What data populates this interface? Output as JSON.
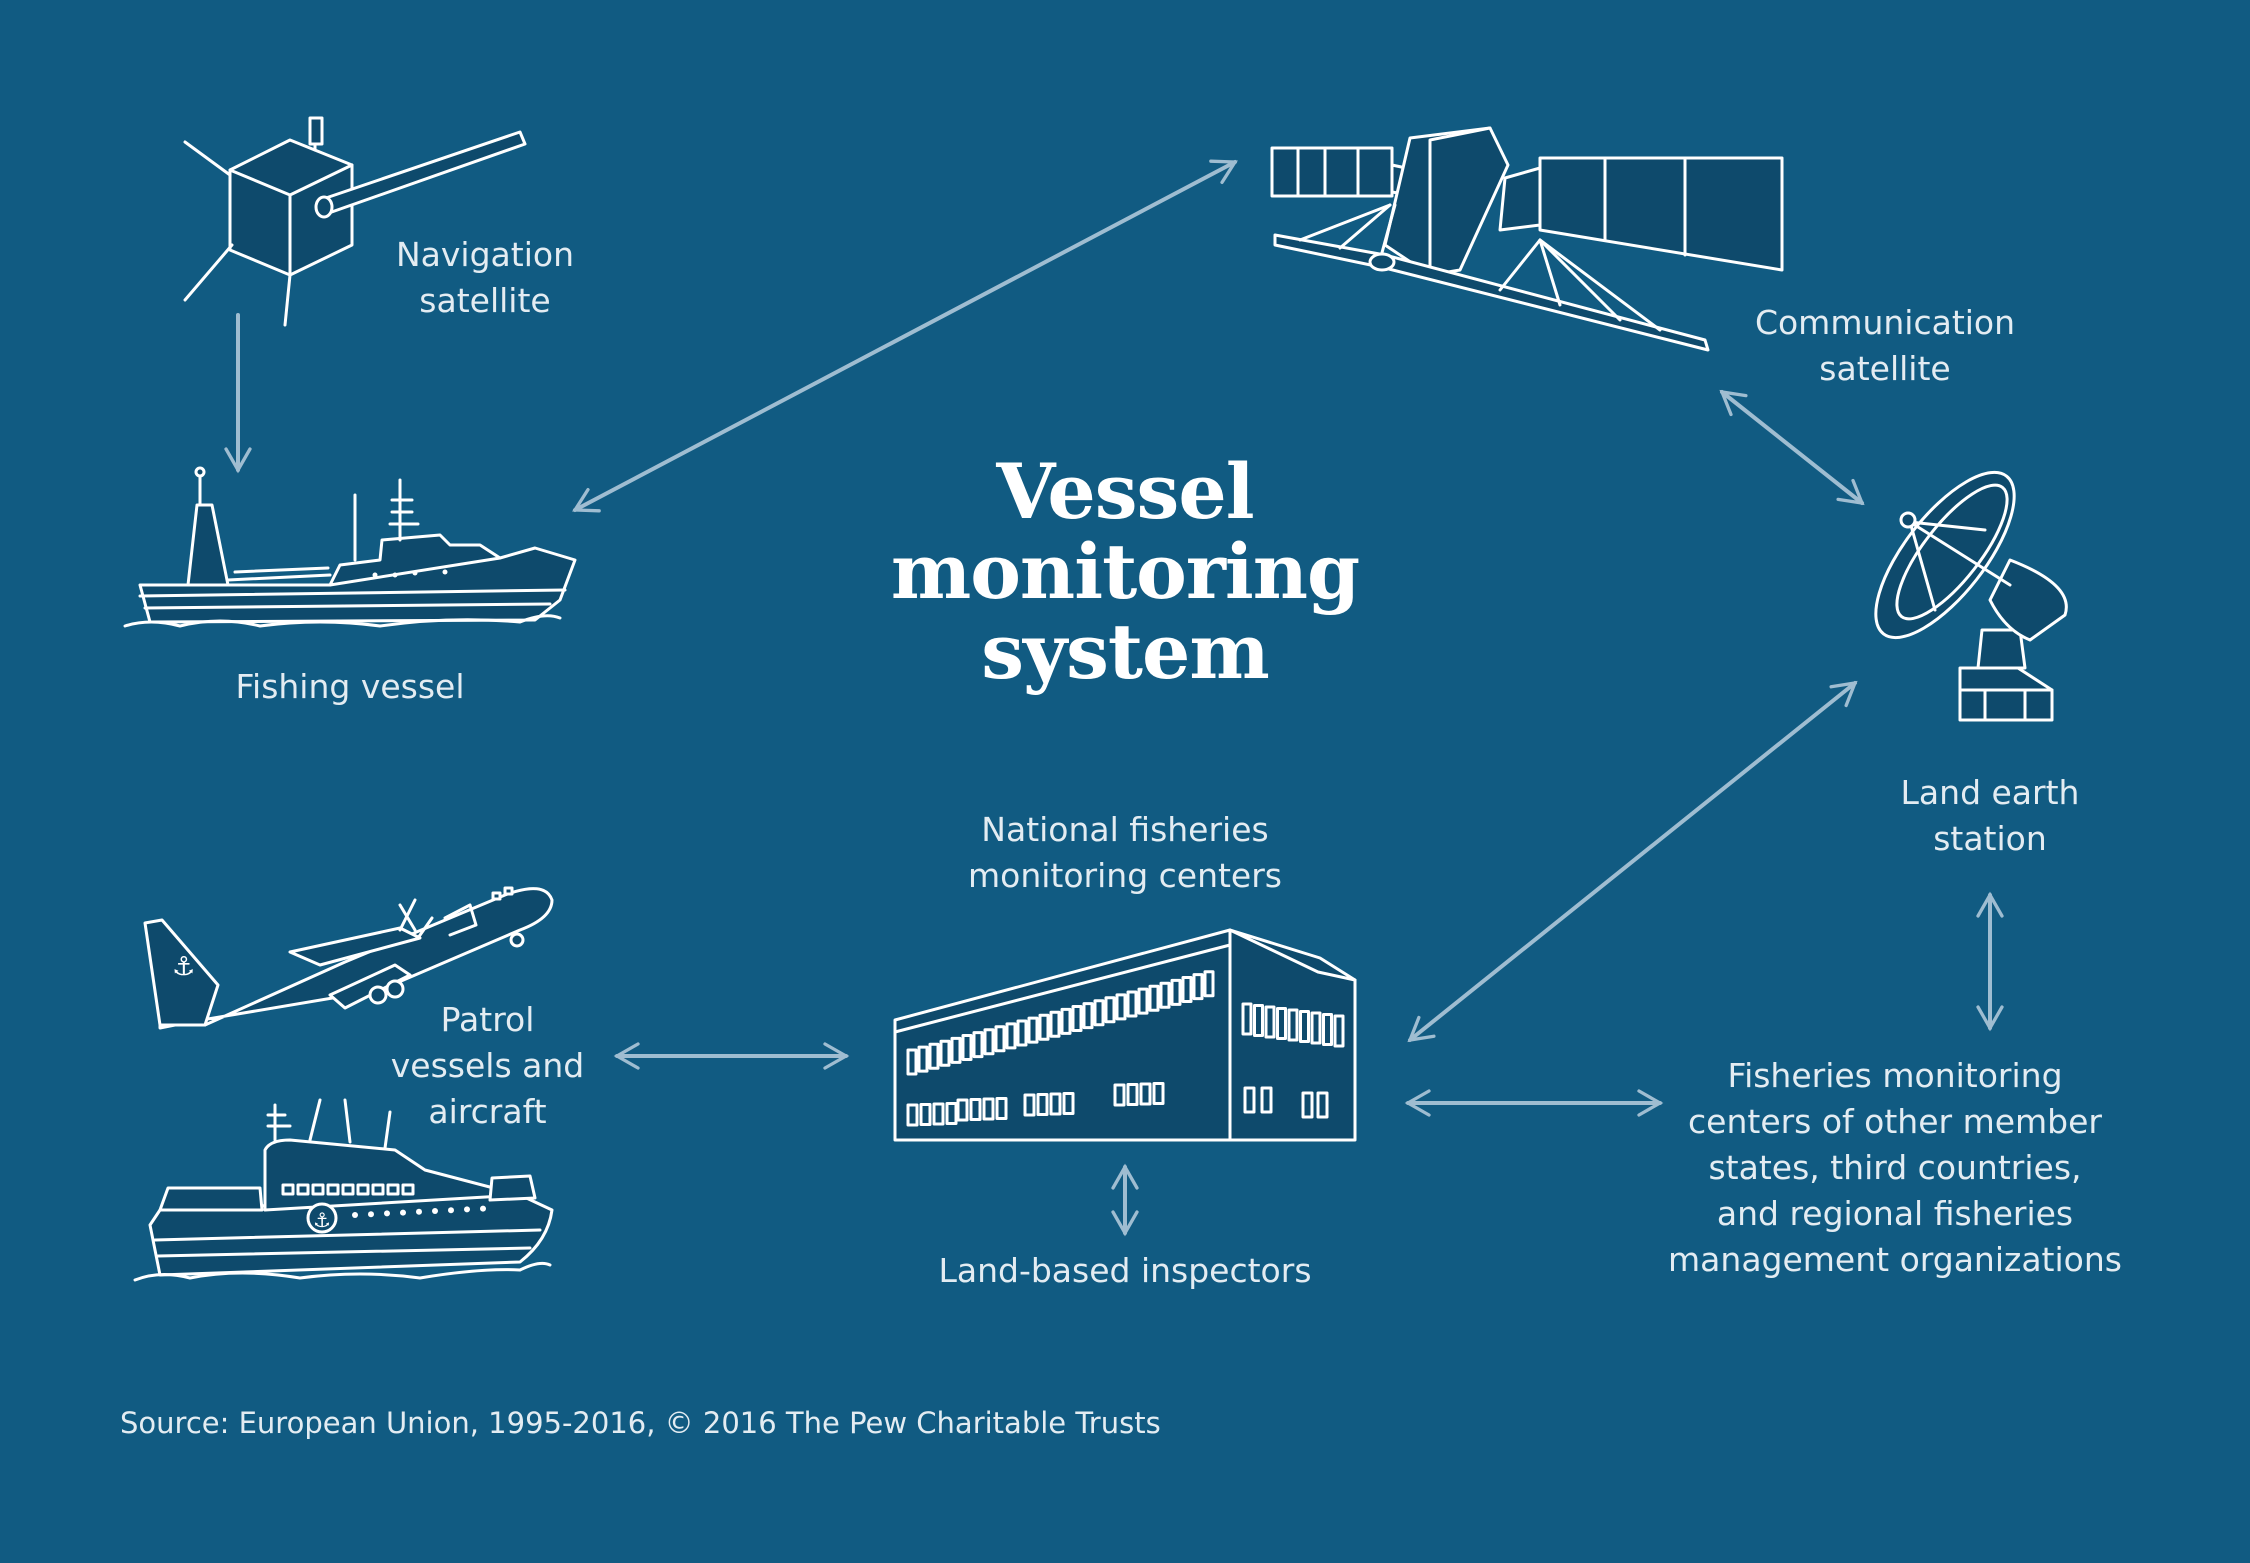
{
  "title": "Vessel\nmonitoring\nsystem",
  "labels": {
    "navigation_satellite": "Navigation\nsatellite",
    "communication_satellite": "Communication\nsatellite",
    "fishing_vessel": "Fishing vessel",
    "land_earth_station": "Land earth\nstation",
    "national_centers": "National fisheries\nmonitoring centers",
    "patrol": "Patrol\nvessels and\naircraft",
    "inspectors": "Land-based inspectors",
    "other_centers": "Fisheries monitoring\ncenters of other member\nstates, third countries,\nand regional fisheries\nmanagement organizations"
  },
  "source": "Source: European Union, 1995-2016, © 2016 The Pew Charitable Trusts",
  "colors": {
    "background": "#115b82",
    "arrow": "#9fbdd1",
    "text": "#e3ecf2",
    "title": "#ffffff"
  },
  "icons": [
    "navigation-satellite-icon",
    "communication-satellite-icon",
    "fishing-vessel-icon",
    "satellite-dish-icon",
    "building-icon",
    "airplane-icon",
    "patrol-boat-icon"
  ]
}
